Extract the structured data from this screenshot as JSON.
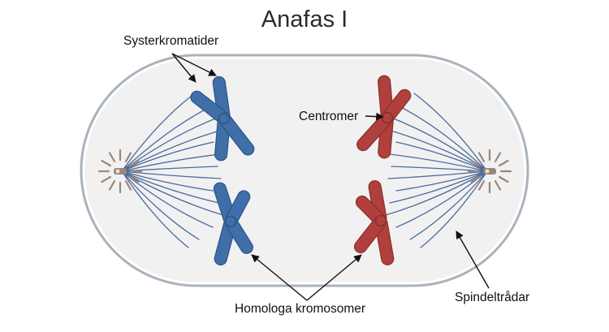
{
  "title": "Anafas I",
  "labels": {
    "sister_chromatids": "Systerkromatider",
    "centromere": "Centromer",
    "homologous_chromosomes": "Homologa kromosomer",
    "spindle_fibers": "Spindeltrådar"
  },
  "colors": {
    "cell_fill": "#f1f1f2",
    "cell_outline": "#a8b3bd",
    "spindle": "#4a6b9b",
    "chromosome_blue": "#3f6ea8",
    "chromosome_blue_dark": "#2e5585",
    "chromosome_red": "#b0403c",
    "chromosome_red_dark": "#8a2f2c",
    "centrosome": "#9b8678"
  }
}
